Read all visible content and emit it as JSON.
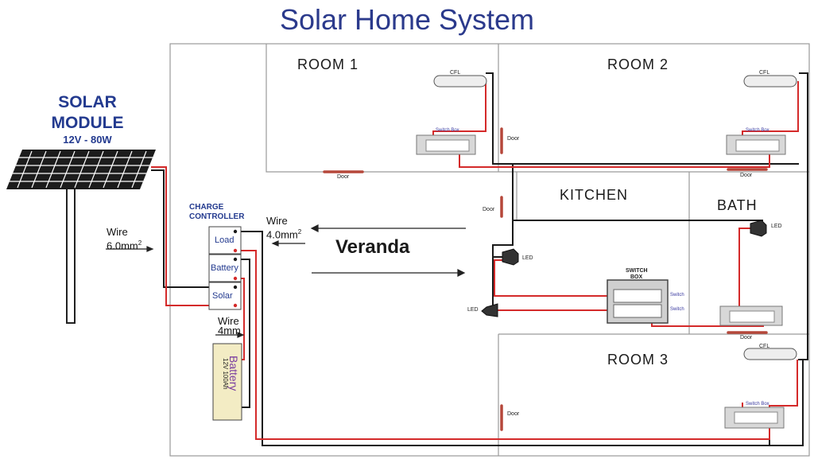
{
  "title": "Solar Home System",
  "solar_module": {
    "name_line1": "SOLAR",
    "name_line2": "MODULE",
    "rating": "12V - 80W"
  },
  "rooms": {
    "room1": "ROOM 1",
    "room2": "ROOM 2",
    "room3": "ROOM 3",
    "kitchen": "KITCHEN",
    "bath": "BATH",
    "veranda": "Veranda"
  },
  "labels": {
    "cfl": "CFL",
    "switch_box": "Switch Box",
    "door": "Door",
    "led": "LED",
    "switch": "Switch",
    "switch_box_caps_1": "SWITCH",
    "switch_box_caps_2": "BOX"
  },
  "charge_controller": {
    "title_line1": "CHARGE",
    "title_line2": "CONTROLLER",
    "load": "Load",
    "battery": "Battery",
    "solar": "Solar",
    "minus": "-",
    "plus": "+"
  },
  "wires": {
    "panel": {
      "label": "Wire",
      "size": "6.0mm",
      "sup": "2"
    },
    "load": {
      "label": "Wire",
      "size": "4.0mm",
      "sup": "2"
    },
    "battery": {
      "label": "Wire",
      "size": "4mm"
    }
  },
  "battery": {
    "label": "Battery",
    "rating": "12V 100Ah"
  },
  "colors": {
    "title": "#2b3a8c",
    "label_blue": "#233a8f",
    "wire_red": "#d42a2a",
    "wire_black": "#1a1a1a",
    "wall": "#9a9a9a",
    "door": "#b5473a",
    "battery_fill": "#f3ecc4"
  }
}
